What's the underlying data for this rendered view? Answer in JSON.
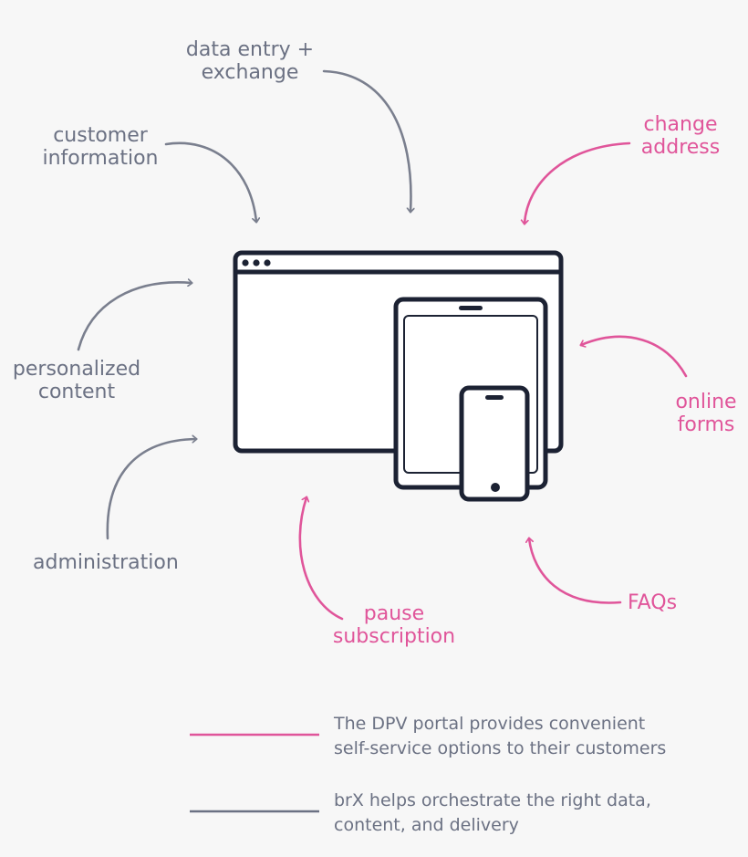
{
  "colors": {
    "background": "#f7f7f7",
    "gray": "#7a7f8e",
    "pink": "#e0559a",
    "device_outline": "#1c2233"
  },
  "labels": {
    "data_entry": [
      "data entry +",
      "exchange"
    ],
    "customer_information": [
      "customer",
      "information"
    ],
    "personalized_content": [
      "personalized",
      "content"
    ],
    "administration": [
      "administration"
    ],
    "change_address": [
      "change",
      "address"
    ],
    "online_forms": [
      "online",
      "forms"
    ],
    "faqs": [
      "FAQs"
    ],
    "pause_subscription": [
      "pause",
      "subscription"
    ]
  },
  "legend": [
    {
      "color_key": "pink",
      "lines": [
        "The DPV portal provides convenient",
        "self-service options to their customers"
      ]
    },
    {
      "color_key": "gray",
      "lines": [
        "brX helps orchestrate the right data,",
        "content, and delivery"
      ]
    }
  ]
}
